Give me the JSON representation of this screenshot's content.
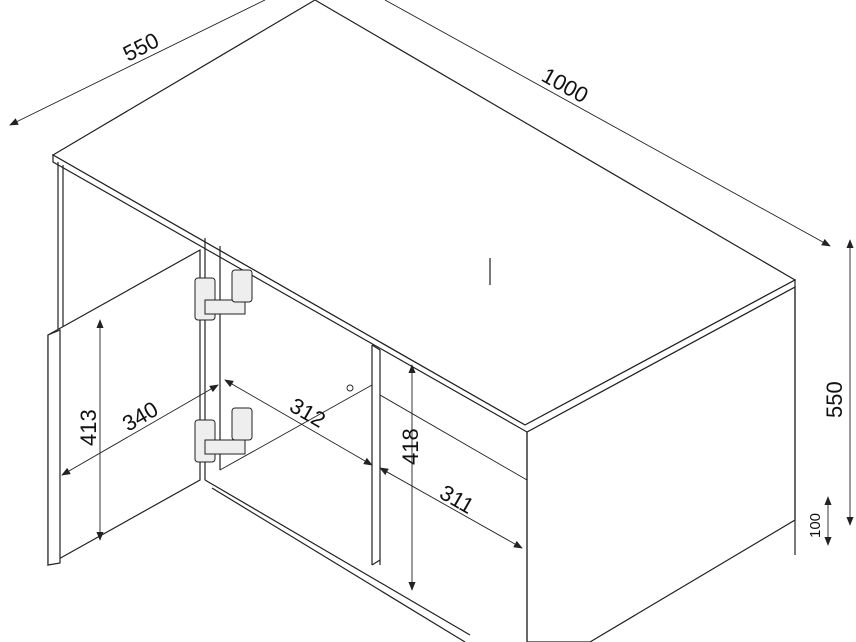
{
  "title": "Desk dimension drawing",
  "dimensions": {
    "top_depth": "550",
    "top_width": "1000",
    "total_height": "550",
    "leg_clearance": "100",
    "door_height": "413",
    "door_width": "340",
    "left_compartment_depth": "312",
    "right_compartment_height": "418",
    "right_compartment_depth": "311"
  },
  "colors": {
    "line": "#222222",
    "background": "#ffffff"
  }
}
